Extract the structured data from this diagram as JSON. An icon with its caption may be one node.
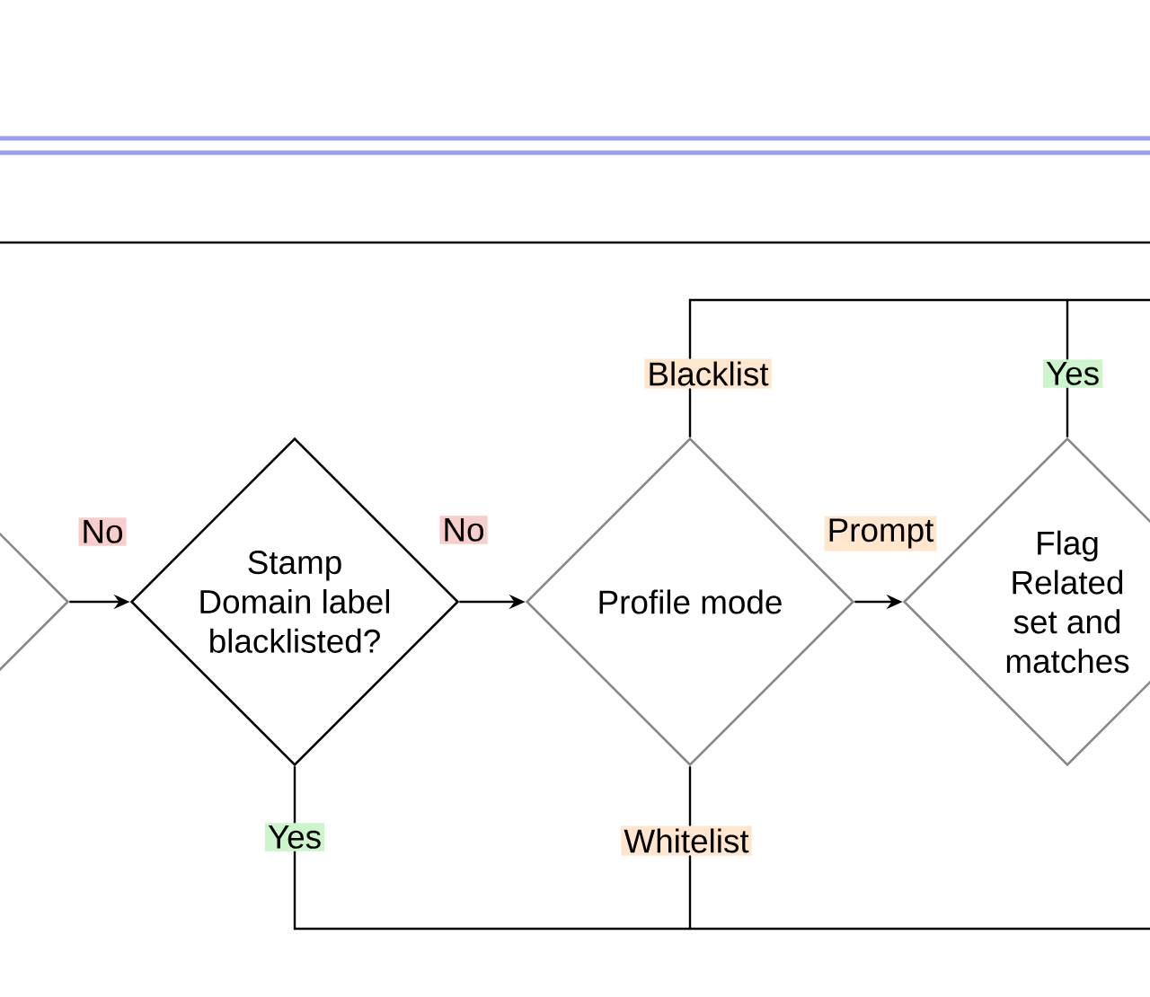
{
  "diagram": {
    "nodes": [
      {
        "text": [],
        "shape": "diamond"
      },
      {
        "text": [
          "Stamp Domain label blacklisted?"
        ]
      },
      {
        "text": [
          "Profile mode"
        ]
      },
      {
        "text": [
          "Flag Related set and matches"
        ]
      }
    ],
    "edges": [
      {
        "from": 0,
        "to": 1,
        "arrow": "to",
        "label": "No"
      },
      {
        "from": 1,
        "to": 2,
        "arrow": "to",
        "label": "No"
      },
      {
        "from": 2,
        "to": 3,
        "arrow": "to",
        "label": "Prompt"
      },
      {
        "from": 1,
        "to": null,
        "arrow": "none",
        "label": "Yes"
      },
      {
        "from": 2,
        "to": null,
        "arrow": "none",
        "label": "Whitelist"
      },
      {
        "from": 2,
        "to": null,
        "arrow": "none",
        "label": "Blacklist"
      },
      {
        "from": 3,
        "to": null,
        "arrow": "none",
        "label": "Yes"
      }
    ]
  }
}
